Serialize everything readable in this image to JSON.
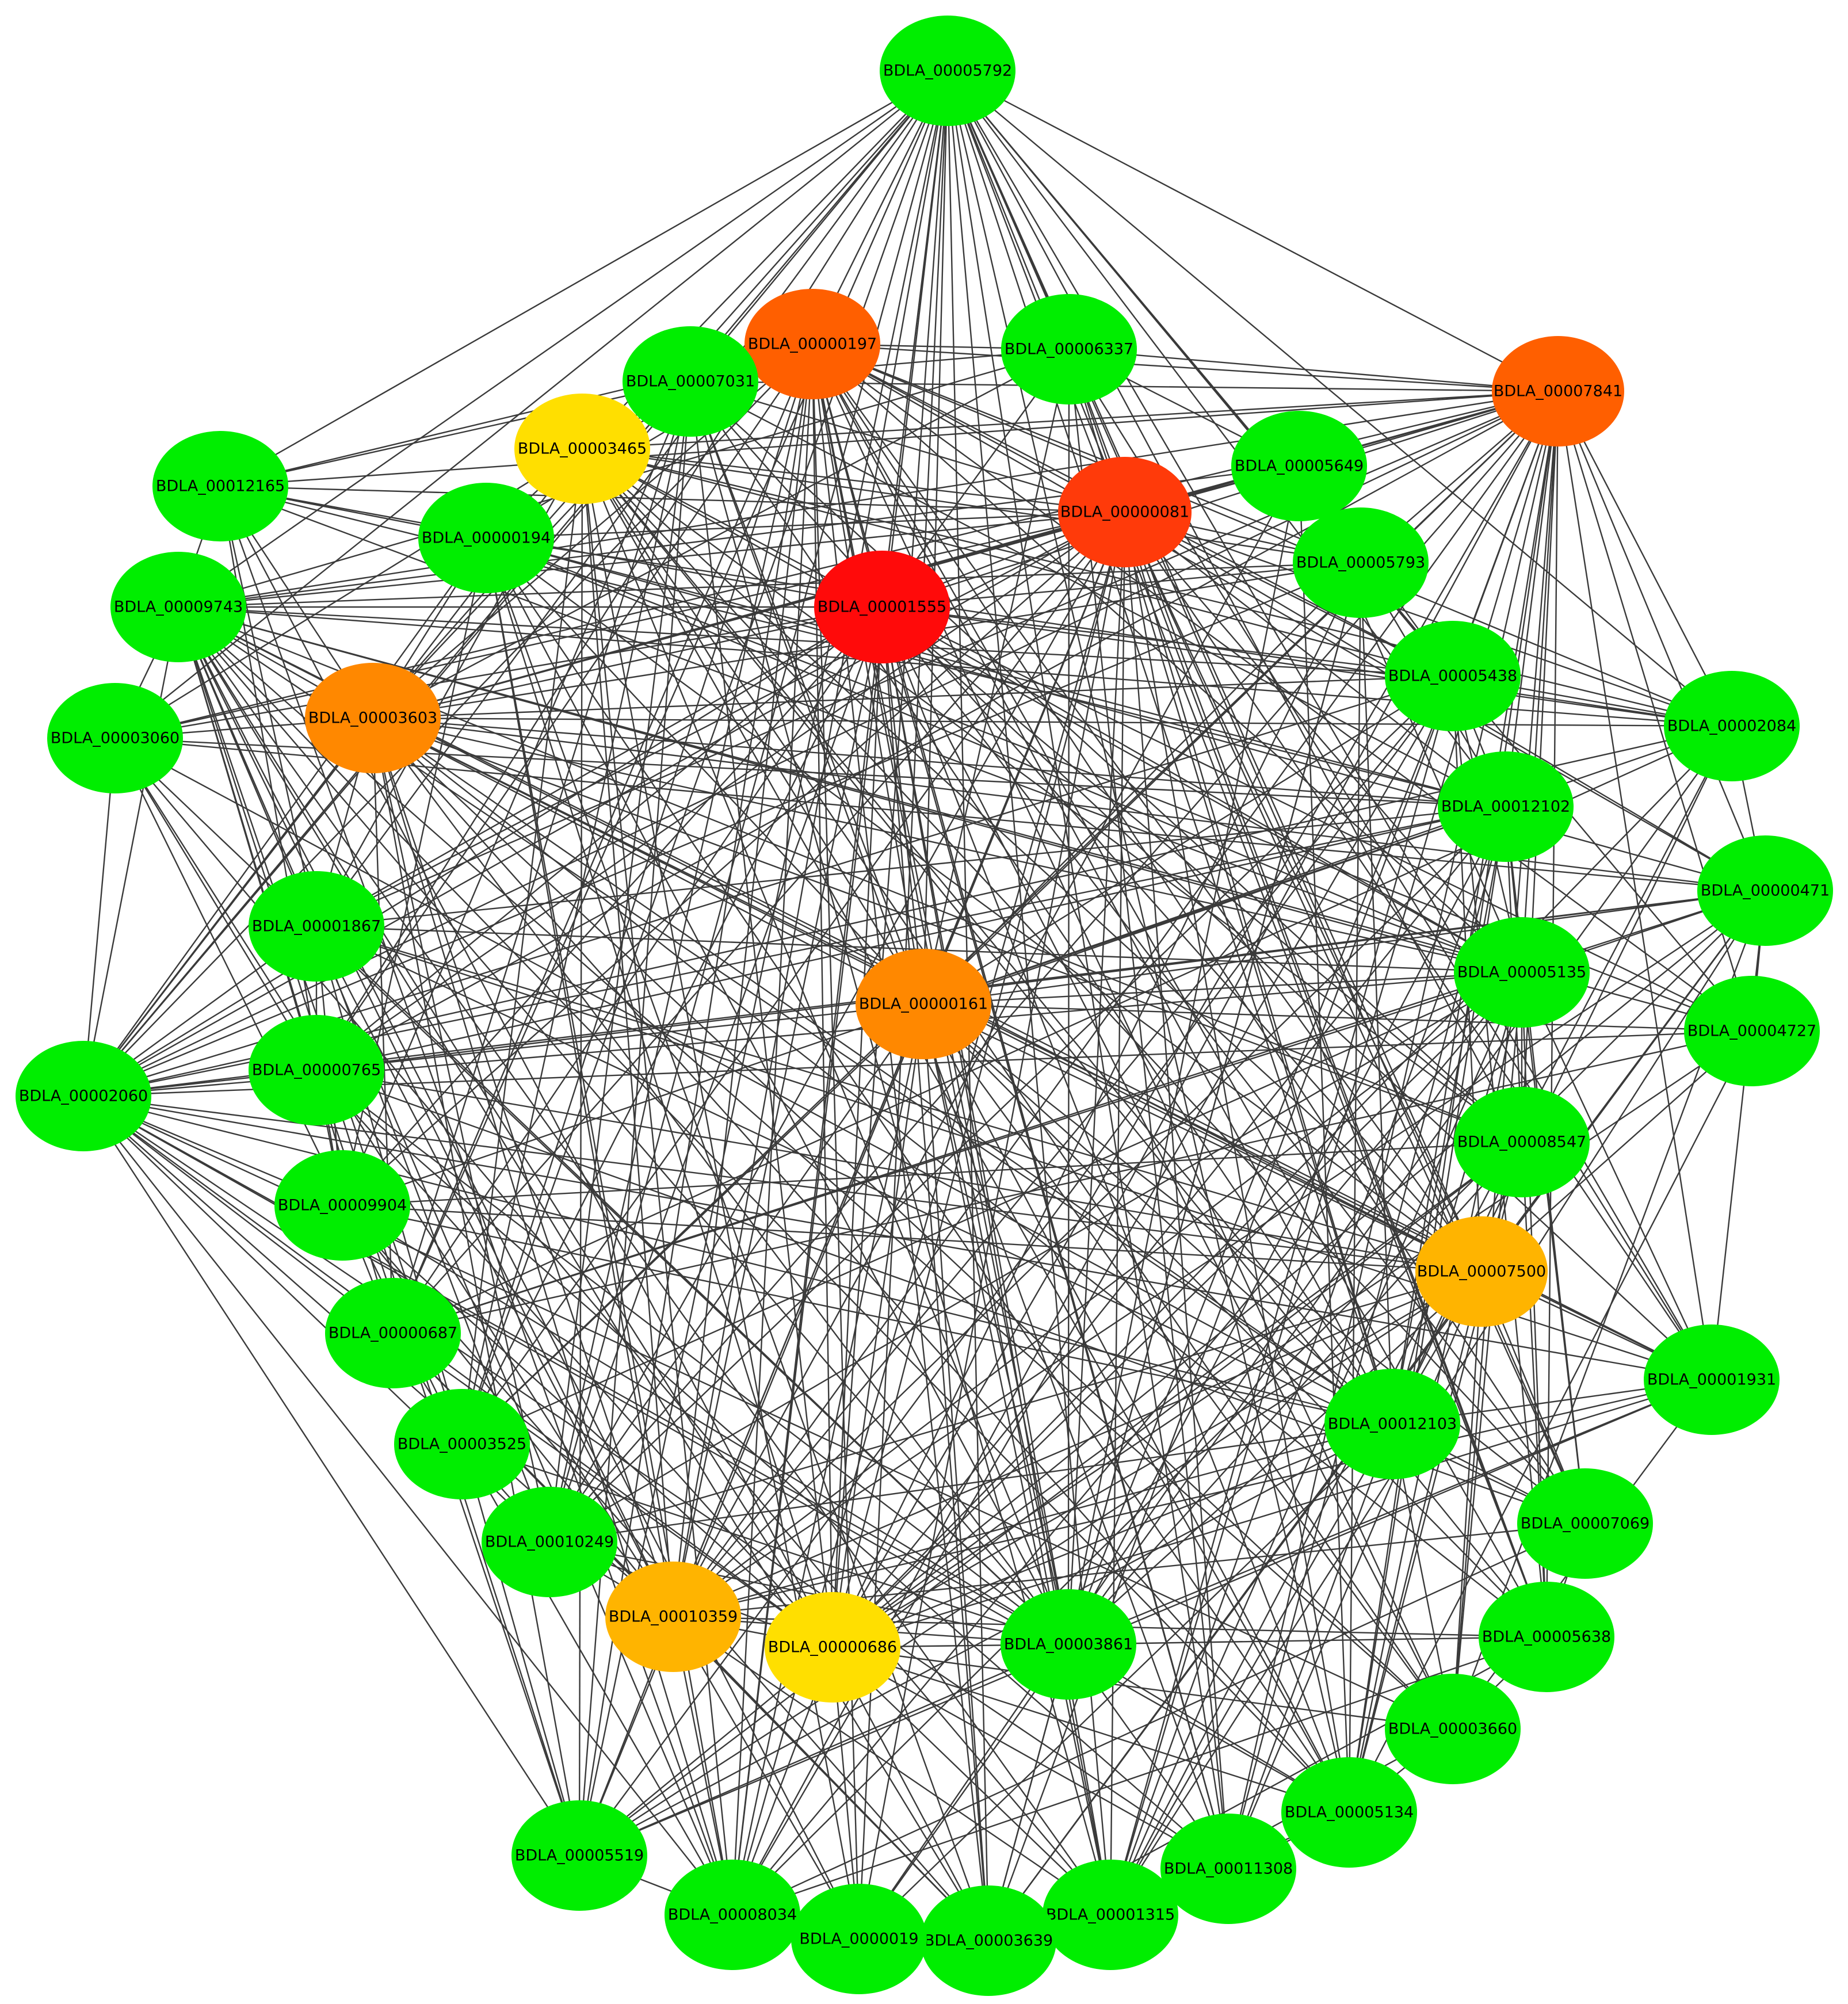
{
  "colors": {
    "background": "#ffffff",
    "edge": "#3a3a3a",
    "red": "#ff0a0a",
    "red_orange": "#ff3a0a",
    "orange_red": "#ff5f00",
    "orange": "#ff8800",
    "amber": "#ffb400",
    "yellow": "#ffdf00",
    "green": "#00ee00"
  },
  "nodes": [
    {
      "id": "n5792",
      "label": "BDLA_00005792",
      "color": "green"
    },
    {
      "id": "n197",
      "label": "BDLA_00000197",
      "color": "orange_red"
    },
    {
      "id": "n6337",
      "label": "BDLA_00006337",
      "color": "green"
    },
    {
      "id": "n7031",
      "label": "BDLA_00007031",
      "color": "green"
    },
    {
      "id": "n7841",
      "label": "BDLA_00007841",
      "color": "orange_red"
    },
    {
      "id": "n3465",
      "label": "BDLA_00003465",
      "color": "yellow"
    },
    {
      "id": "n12165",
      "label": "BDLA_00012165",
      "color": "green"
    },
    {
      "id": "n5649",
      "label": "BDLA_00005649",
      "color": "green"
    },
    {
      "id": "n81",
      "label": "BDLA_00000081",
      "color": "red_orange"
    },
    {
      "id": "n194",
      "label": "BDLA_00000194",
      "color": "green"
    },
    {
      "id": "n5793",
      "label": "BDLA_00005793",
      "color": "green"
    },
    {
      "id": "n9743",
      "label": "BDLA_00009743",
      "color": "green"
    },
    {
      "id": "n1555",
      "label": "BDLA_00001555",
      "color": "red"
    },
    {
      "id": "n5438",
      "label": "BDLA_00005438",
      "color": "green"
    },
    {
      "id": "n3603",
      "label": "BDLA_00003603",
      "color": "orange"
    },
    {
      "id": "n3060",
      "label": "BDLA_00003060",
      "color": "green"
    },
    {
      "id": "n2084",
      "label": "BDLA_00002084",
      "color": "green"
    },
    {
      "id": "n12102",
      "label": "BDLA_00012102",
      "color": "green"
    },
    {
      "id": "n471",
      "label": "BDLA_00000471",
      "color": "green"
    },
    {
      "id": "n1867",
      "label": "BDLA_00001867",
      "color": "green"
    },
    {
      "id": "n5135",
      "label": "BDLA_00005135",
      "color": "green"
    },
    {
      "id": "n161",
      "label": "BDLA_00000161",
      "color": "orange"
    },
    {
      "id": "n4727",
      "label": "BDLA_00004727",
      "color": "green"
    },
    {
      "id": "n765",
      "label": "BDLA_00000765",
      "color": "green"
    },
    {
      "id": "n2060",
      "label": "BDLA_00002060",
      "color": "green"
    },
    {
      "id": "n8547",
      "label": "BDLA_00008547",
      "color": "green"
    },
    {
      "id": "n9904",
      "label": "BDLA_00009904",
      "color": "green"
    },
    {
      "id": "n7500",
      "label": "BDLA_00007500",
      "color": "amber"
    },
    {
      "id": "n687",
      "label": "BDLA_00000687",
      "color": "green"
    },
    {
      "id": "n1931",
      "label": "BDLA_00001931",
      "color": "green"
    },
    {
      "id": "n12103",
      "label": "BDLA_00012103",
      "color": "green"
    },
    {
      "id": "n3525",
      "label": "BDLA_00003525",
      "color": "green"
    },
    {
      "id": "n7069",
      "label": "BDLA_00007069",
      "color": "green"
    },
    {
      "id": "n10249",
      "label": "BDLA_00010249",
      "color": "green"
    },
    {
      "id": "n10359",
      "label": "BDLA_00010359",
      "color": "amber"
    },
    {
      "id": "n3861",
      "label": "BDLA_00003861",
      "color": "green"
    },
    {
      "id": "n5638",
      "label": "BDLA_00005638",
      "color": "green"
    },
    {
      "id": "n686",
      "label": "BDLA_00000686",
      "color": "yellow"
    },
    {
      "id": "n3660",
      "label": "BDLA_00003660",
      "color": "green"
    },
    {
      "id": "n5134",
      "label": "BDLA_00005134",
      "color": "green"
    },
    {
      "id": "n11308",
      "label": "BDLA_00011308",
      "color": "green"
    },
    {
      "id": "n5519",
      "label": "BDLA_00005519",
      "color": "green"
    },
    {
      "id": "n1315",
      "label": "BDLA_00001315",
      "color": "green"
    },
    {
      "id": "n8034",
      "label": "BDLA_00008034",
      "color": "green"
    },
    {
      "id": "n3639",
      "label": "BDLA_00003639",
      "color": "green"
    },
    {
      "id": "n19x",
      "label": "BDLA_0000019",
      "color": "green"
    }
  ],
  "hubs": [
    "n1555",
    "n81",
    "n197",
    "n7841",
    "n3603",
    "n161",
    "n7500",
    "n10359",
    "n686",
    "n3465",
    "n5792",
    "n12102",
    "n5135",
    "n12103",
    "n3861",
    "n2060",
    "n9743"
  ],
  "extra_edges": [
    [
      "n5792",
      "n12165"
    ],
    [
      "n5792",
      "n9743"
    ],
    [
      "n5792",
      "n7841"
    ],
    [
      "n5792",
      "n2084"
    ],
    [
      "n197",
      "n6337"
    ],
    [
      "n197",
      "n7841"
    ],
    [
      "n7031",
      "n3465"
    ],
    [
      "n9743",
      "n3060"
    ],
    [
      "n3060",
      "n3603"
    ],
    [
      "n2060",
      "n1867"
    ],
    [
      "n2060",
      "n765"
    ],
    [
      "n2060",
      "n5519"
    ],
    [
      "n2060",
      "n687"
    ],
    [
      "n12165",
      "n3603"
    ],
    [
      "n1931",
      "n7500"
    ],
    [
      "n1931",
      "n12103"
    ],
    [
      "n5638",
      "n3861"
    ],
    [
      "n5638",
      "n7069"
    ],
    [
      "n3660",
      "n5134"
    ],
    [
      "n5519",
      "n8034"
    ],
    [
      "n8034",
      "n19x"
    ],
    [
      "n19x",
      "n3639"
    ],
    [
      "n3639",
      "n1315"
    ],
    [
      "n1315",
      "n11308"
    ],
    [
      "n11308",
      "n5134"
    ],
    [
      "n5134",
      "n3660"
    ],
    [
      "n3660",
      "n5638"
    ],
    [
      "n471",
      "n4727"
    ],
    [
      "n2084",
      "n471"
    ],
    [
      "n5649",
      "n5793"
    ],
    [
      "n5793",
      "n5438"
    ],
    [
      "n6337",
      "n5649"
    ],
    [
      "n194",
      "n3465"
    ],
    [
      "n3861",
      "n686"
    ],
    [
      "n686",
      "n10359"
    ],
    [
      "n10359",
      "n10249"
    ],
    [
      "n10249",
      "n3525"
    ],
    [
      "n3525",
      "n687"
    ],
    [
      "n687",
      "n9904"
    ],
    [
      "n9904",
      "n765"
    ],
    [
      "n765",
      "n1867"
    ],
    [
      "n161",
      "n765"
    ],
    [
      "n161",
      "n5135"
    ],
    [
      "n12103",
      "n7069"
    ],
    [
      "n5438",
      "n12102"
    ],
    [
      "n12102",
      "n5135"
    ],
    [
      "n5135",
      "n8547"
    ],
    [
      "n8547",
      "n7500"
    ]
  ]
}
